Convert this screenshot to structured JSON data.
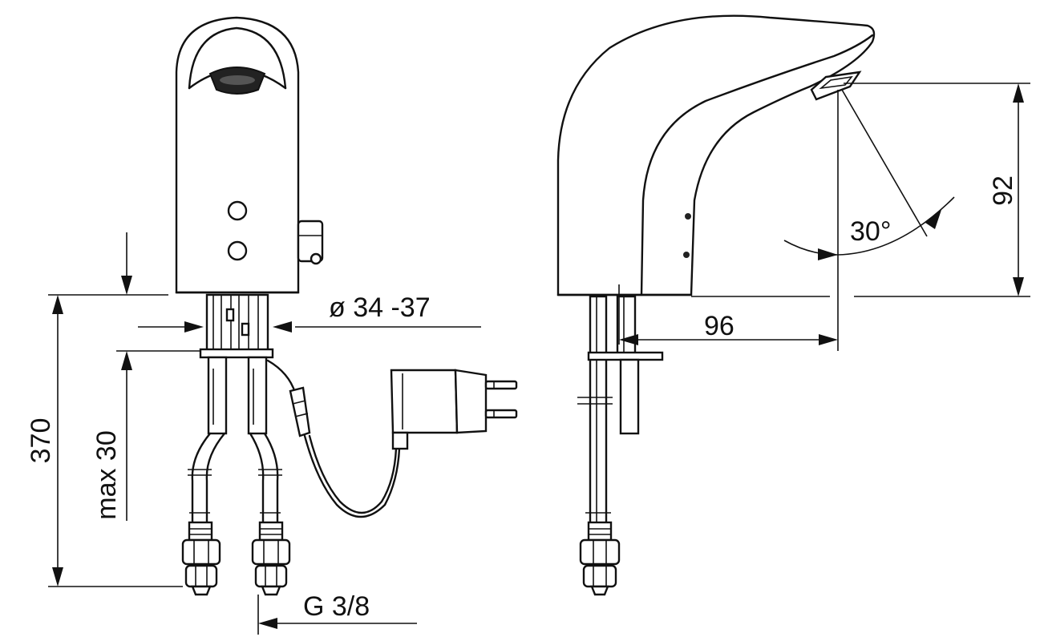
{
  "dimensions": {
    "height_total": "370",
    "max_deck": "max 30",
    "hole_diameter": "ø 34 -37",
    "connection": "G 3/8",
    "spout_reach": "96",
    "spout_height": "92",
    "sensor_angle": "30°"
  },
  "colors": {
    "line": "#111111",
    "background": "#ffffff"
  },
  "icons": [
    "faucet-front-view",
    "faucet-side-view",
    "power-adapter-plug",
    "hose-connector-nut"
  ]
}
